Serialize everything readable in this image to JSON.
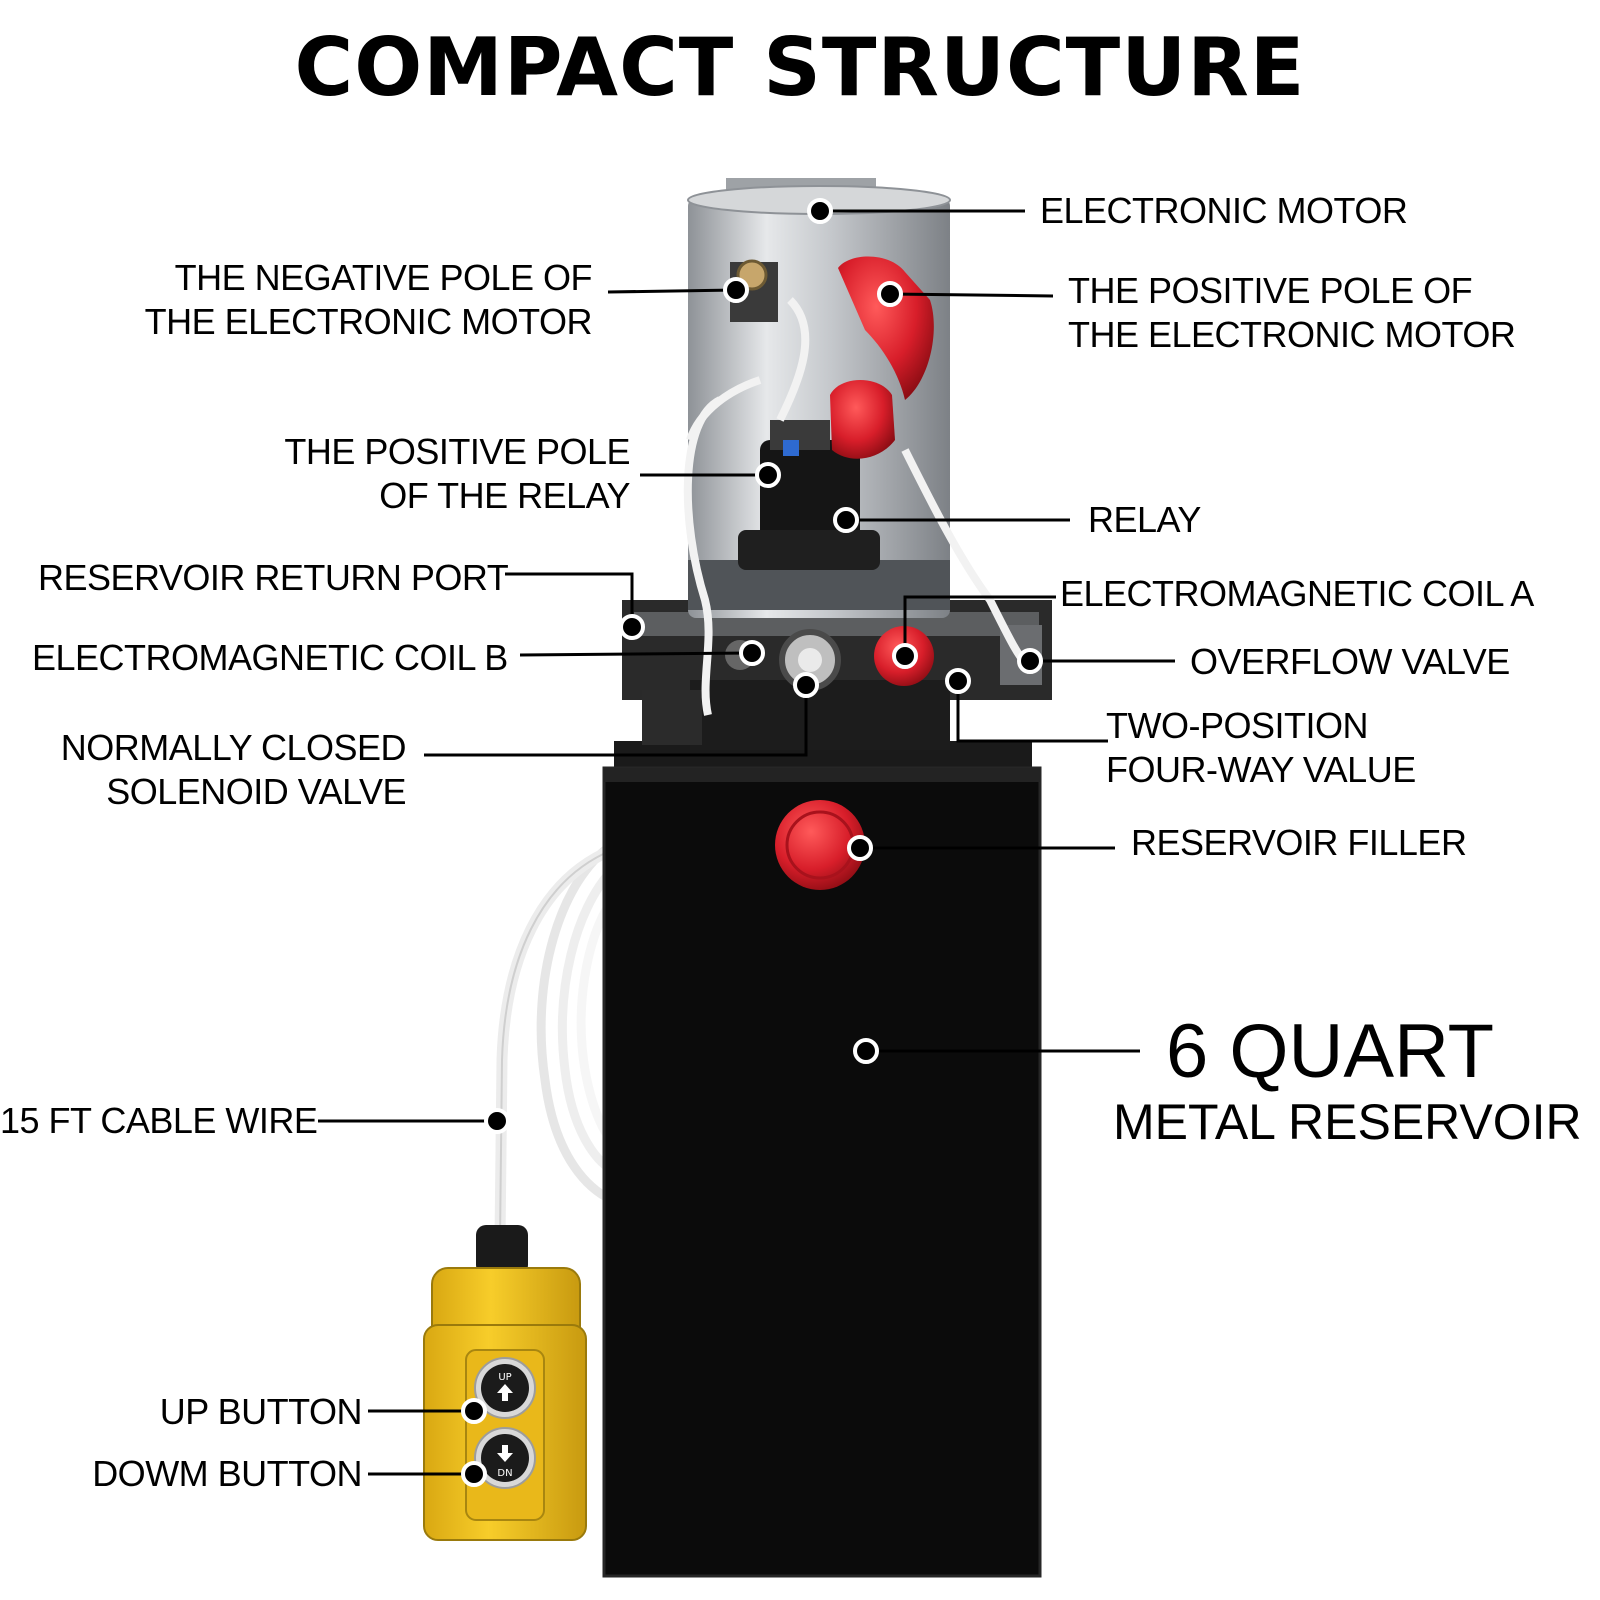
{
  "title": "COMPACT STRUCTURE",
  "labels": {
    "electronic_motor": "ELECTRONIC MOTOR",
    "negative_pole": [
      "THE NEGATIVE POLE OF",
      "THE ELECTRONIC MOTOR"
    ],
    "positive_pole_motor": [
      "THE POSITIVE POLE OF",
      "THE ELECTRONIC MOTOR"
    ],
    "positive_pole_relay": [
      "THE POSITIVE POLE",
      "OF THE RELAY"
    ],
    "relay": "RELAY",
    "reservoir_return_port": "RESERVOIR RETURN PORT",
    "coil_a": "ELECTROMAGNETIC COIL A",
    "coil_b": "ELECTROMAGNETIC COIL B",
    "overflow_valve": "OVERFLOW VALVE",
    "normally_closed": [
      "NORMALLY CLOSED",
      "SOLENOID VALVE"
    ],
    "two_position": [
      "TWO-POSITION",
      "FOUR-WAY VALUE"
    ],
    "reservoir_filler": "RESERVOIR FILLER",
    "capacity": "6 QUART",
    "metal_reservoir": "METAL RESERVOIR",
    "cable_wire": "15 FT CABLE WIRE",
    "up_button": "UP BUTTON",
    "down_button": "DOWM BUTTON"
  },
  "remote": {
    "up_text": "UP",
    "down_text": "DN"
  },
  "colors": {
    "reservoir": "#0b0b0b",
    "motor": "#b9bcc0",
    "caps": "#d81e2a",
    "remote": "#f2c21d"
  }
}
